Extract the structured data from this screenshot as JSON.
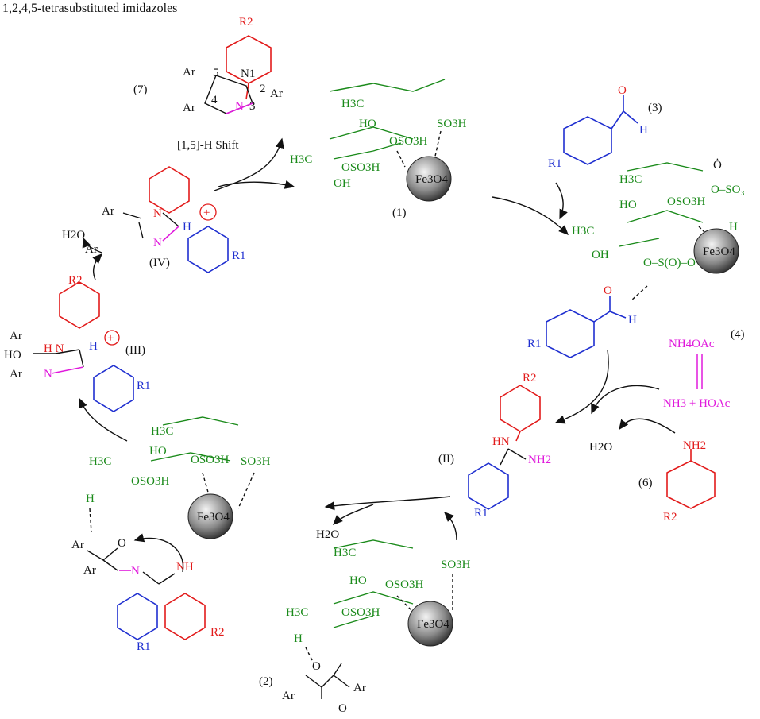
{
  "title": "1,2,4,5-tetrasubstituted imidazoles",
  "labels": {
    "c7": "(7)",
    "c1": "(1)",
    "c3": "(3)",
    "c4": "(4)",
    "c2": "(2)",
    "c6": "(6)",
    "iv": "(IV)",
    "iii": "(III)",
    "ii": "(II)"
  },
  "text": {
    "shift": "[1,5]-H Shift",
    "h2o": "H2O",
    "fe": "Fe3O4",
    "nh4oac": "NH4OAc",
    "nh3hoac": "NH3 + HOAc",
    "ar": "Ar",
    "ho": "HO",
    "oh": "OH",
    "h3c": "H3C",
    "so3h": "SO3H",
    "oso3h": "OSO3H",
    "r1": "R1",
    "r2": "R2",
    "n": "N",
    "nh": "NH",
    "hn": "HN",
    "nh2": "NH2",
    "o": "O",
    "h": "H",
    "plus": "+"
  },
  "colors": {
    "support": "#1a8a1a",
    "aldehyde": "#1f2fd0",
    "amine": "#e21b1b",
    "ammonia": "#e01adc"
  }
}
